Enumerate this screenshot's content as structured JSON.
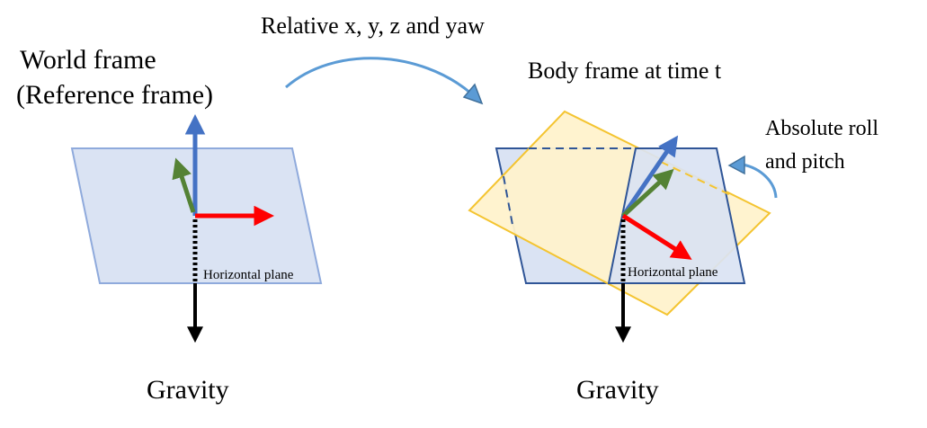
{
  "labels": {
    "relative_motion": "Relative x, y, z and yaw",
    "world_frame_line1": "World frame",
    "world_frame_line2": "(Reference frame)",
    "body_frame": "Body frame at time t",
    "absolute_line1": "Absolute roll",
    "absolute_line2": "and pitch",
    "horizontal_plane_left": "Horizontal plane",
    "horizontal_plane_right": "Horizontal plane",
    "gravity_left": "Gravity",
    "gravity_right": "Gravity"
  },
  "colors": {
    "horizontal_plane_fill": "#dae3f3",
    "horizontal_plane_stroke_left": "#8faadc",
    "horizontal_plane_stroke_right": "#2f5597",
    "body_plane_fill": "#fff2cc",
    "body_plane_stroke": "#f4c430",
    "axis_z": "#4472c4",
    "axis_y": "#548235",
    "axis_x": "#ff0000",
    "gravity": "#000000",
    "curved_arrow": "#5b9bd5"
  },
  "icons": {
    "relative_arrow": "curved-arrow-icon",
    "rotation_arrow": "rotation-arrow-icon"
  }
}
